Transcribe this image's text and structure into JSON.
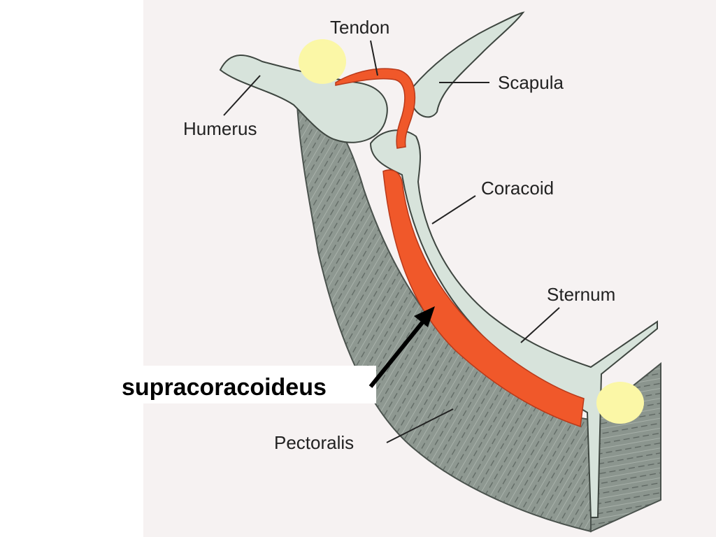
{
  "figure": {
    "labels": {
      "tendon": "Tendon",
      "scapula": "Scapula",
      "humerus": "Humerus",
      "coracoid": "Coracoid",
      "sternum": "Sternum",
      "pectoralis": "Pectoralis",
      "muscle": "supracoracoideus"
    }
  },
  "colors": {
    "bone": "#d7e3db",
    "muscle_gray": "#8e9891",
    "supracoracoideus": "#f0582a",
    "marker": "#fbf7a6",
    "page": "#f6f2f2"
  }
}
